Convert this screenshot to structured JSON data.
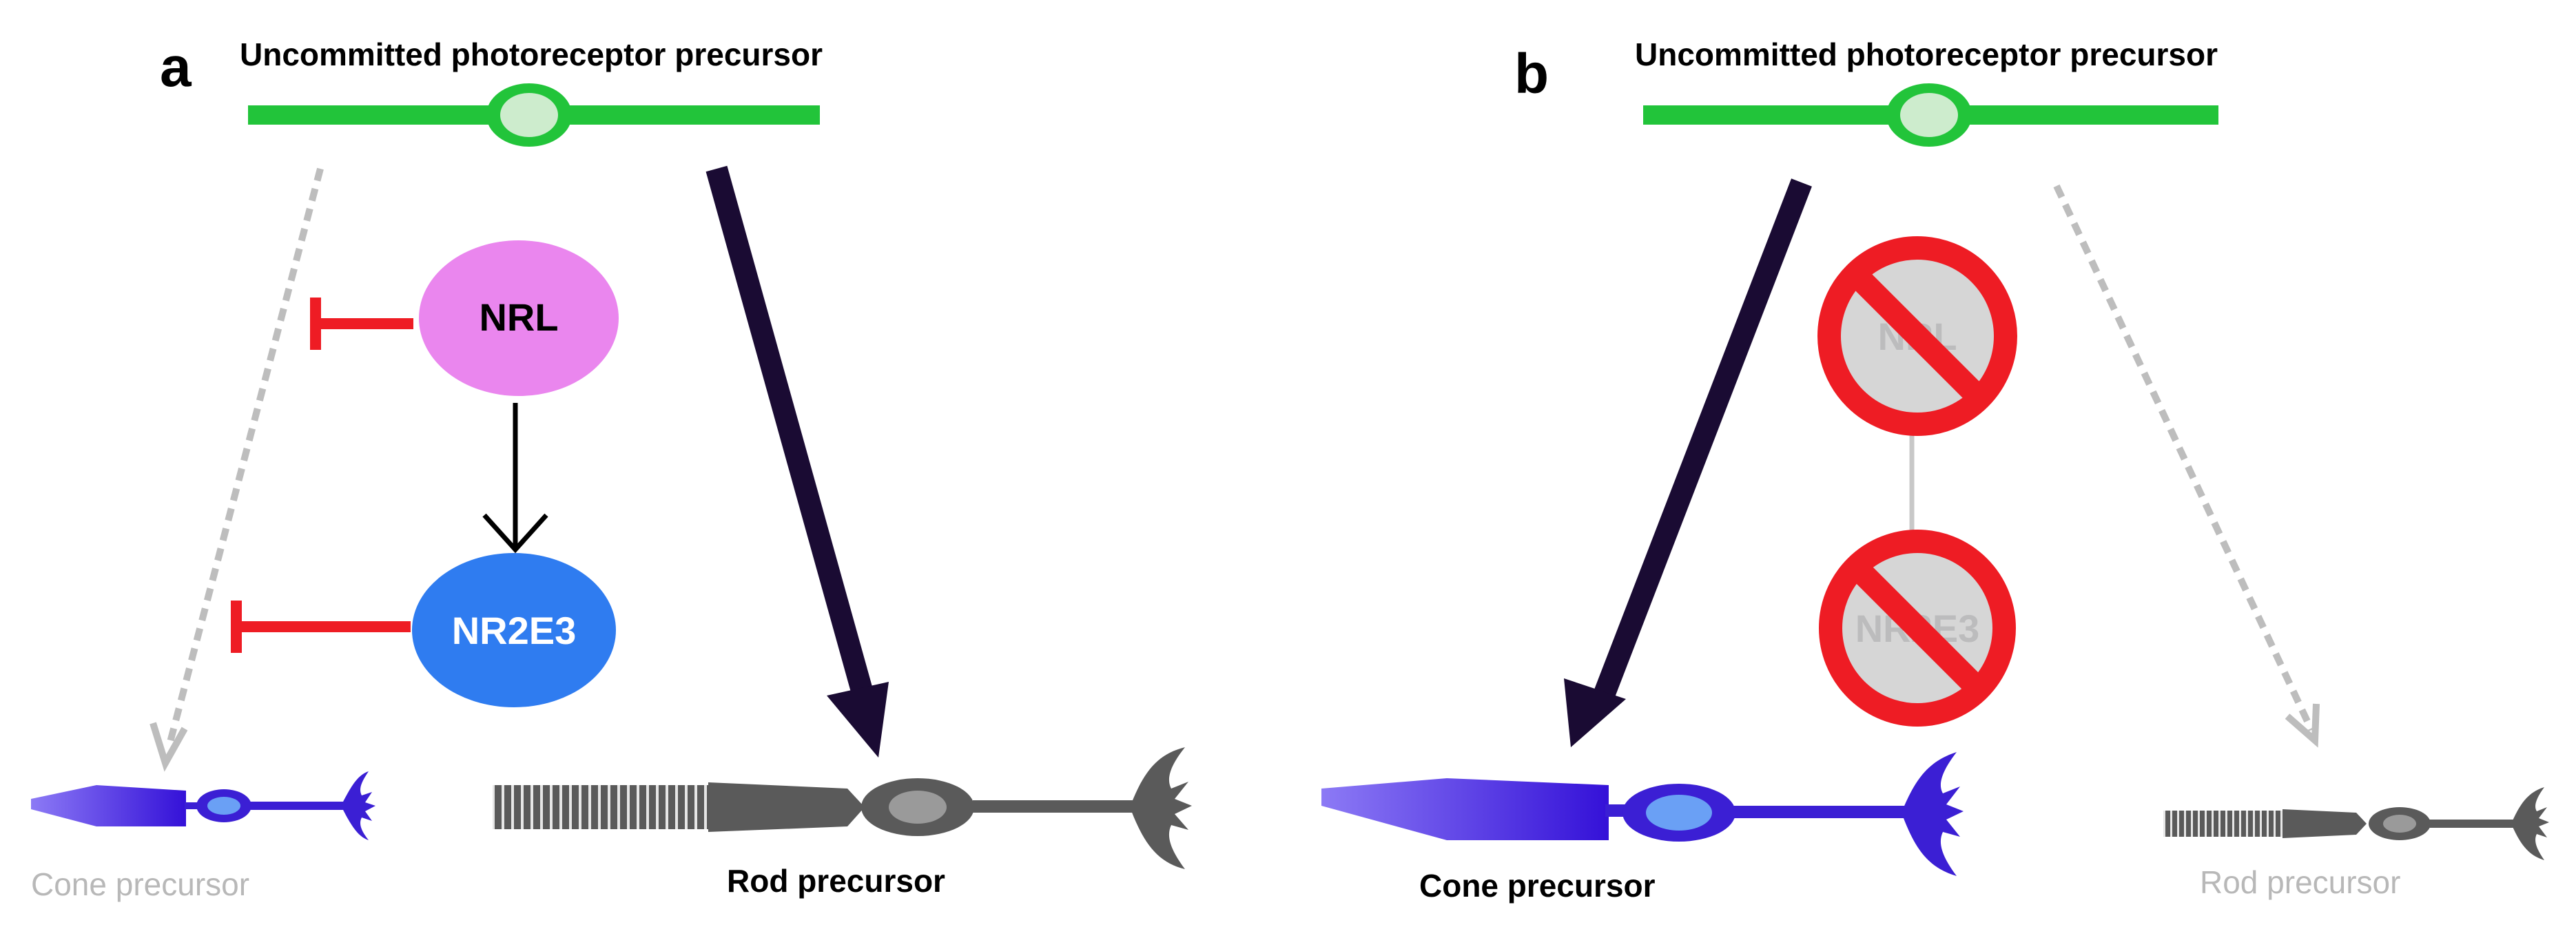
{
  "panel_a": {
    "letter": "a",
    "top_label": "Uncommitted photoreceptor precursor",
    "nrl_label": "NRL",
    "nr2e3_label": "NR2E3",
    "cone_label": "Cone precursor",
    "rod_label": "Rod precursor"
  },
  "panel_b": {
    "letter": "b",
    "top_label": "Uncommitted photoreceptor precursor",
    "nrl_label": "NRL",
    "nr2e3_label": "NR2E3",
    "cone_label": "Cone precursor",
    "rod_label": "Rod precursor"
  },
  "colors": {
    "precursor_green": "#22c43a",
    "precursor_nucleus": "#cdeccd",
    "nrl_pink": "#ea86ee",
    "nr2e3_blue": "#2f7cf0",
    "inhibit_red": "#ee1c24",
    "dominant_arrow": "#1a0b33",
    "faded_arrow": "#bdbdbd",
    "cone_blue": "#3b1fd4",
    "rod_gray": "#555555",
    "no_symbol_red": "#ee1c24",
    "faded_text": "#b8b8b8"
  }
}
